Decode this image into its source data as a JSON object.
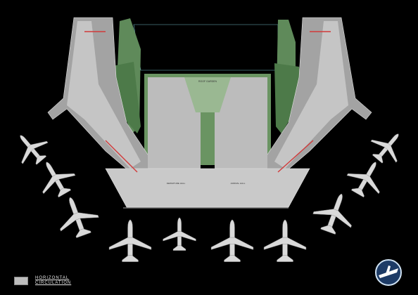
{
  "legend": {
    "label": "HORIZONTAL CIRCULATION",
    "swatch_color": "#bdbdbd"
  },
  "plan": {
    "courtyard_label": "ROOF GARDEN",
    "hall_label_left": "DEPARTURE HALL",
    "hall_label_right": "ARRIVAL HALL",
    "colors": {
      "background": "#000000",
      "circulation": "#c9c9c9",
      "building": "#9a9a9a",
      "landscape": "#5f8a5a",
      "landscape_dark": "#3f6a3c",
      "accent": "#d23a3a",
      "teal_outline": "#6fb7c4",
      "aircraft": "#d9d9d9"
    },
    "logo_icon": "airport-emblem-icon"
  }
}
